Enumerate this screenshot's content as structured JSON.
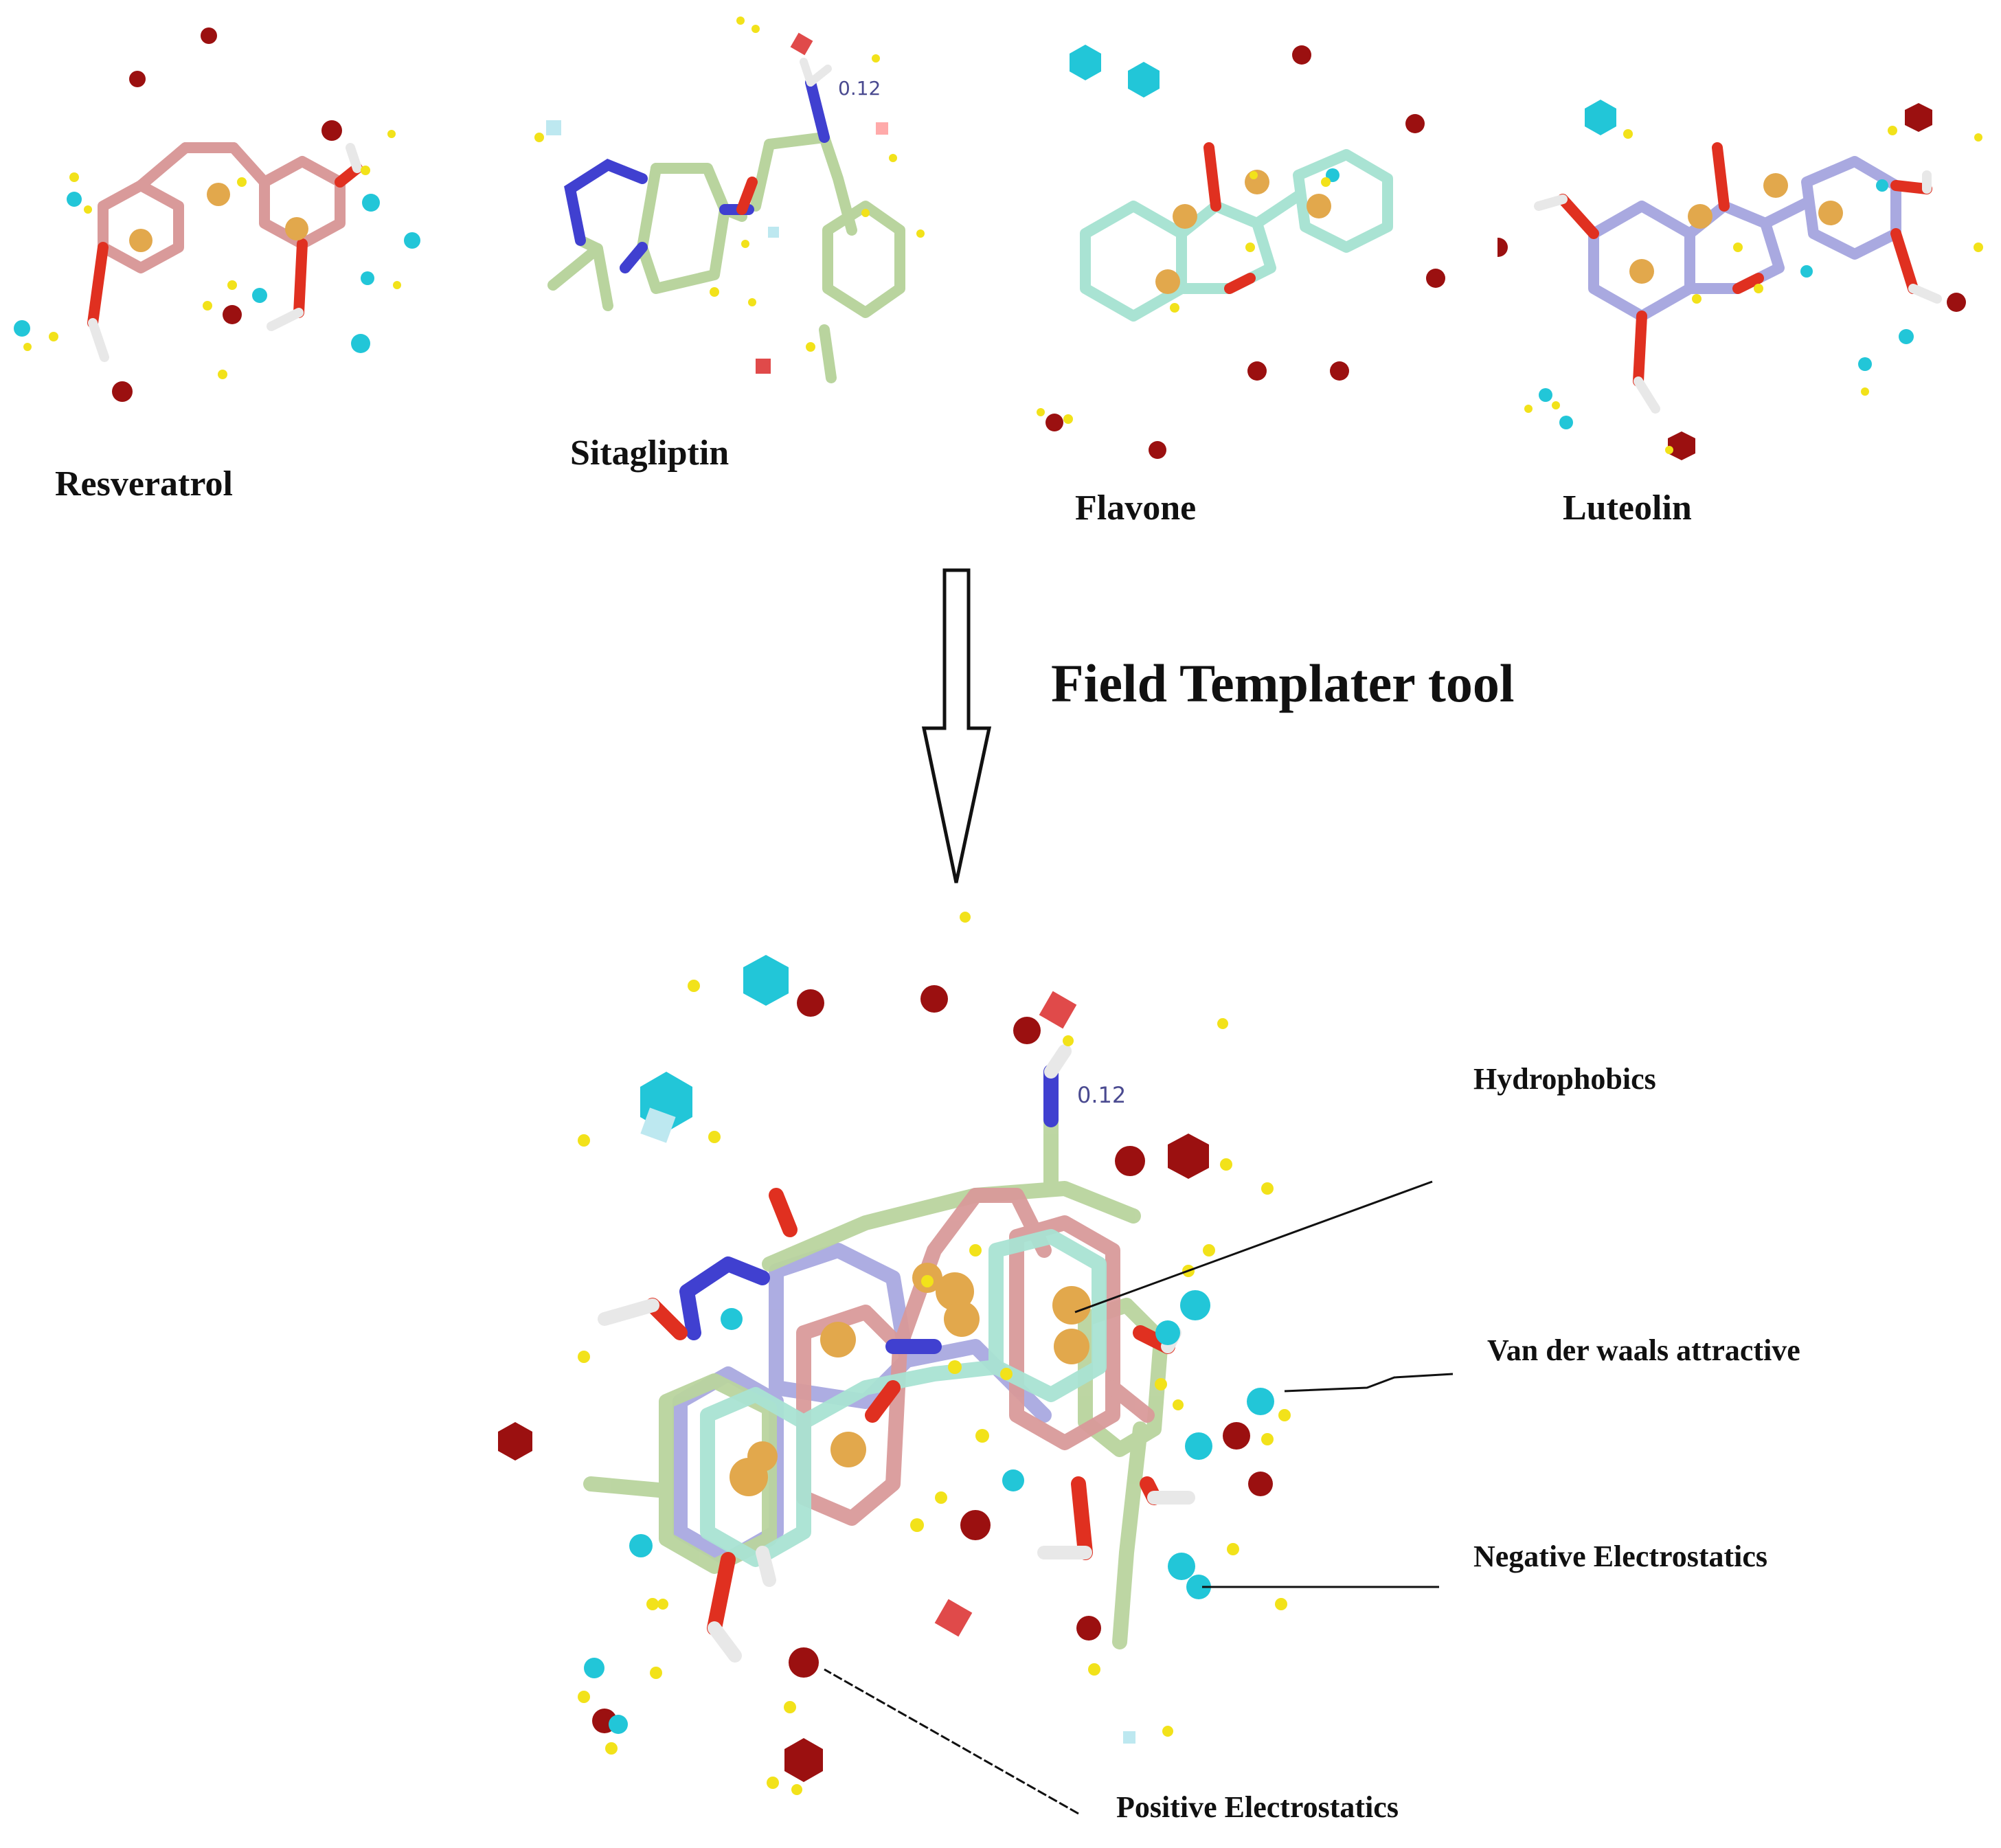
{
  "molecules": [
    {
      "name": "Resveratrol"
    },
    {
      "name": "Sitagliptin"
    },
    {
      "name": "Flavone"
    },
    {
      "name": "Luteolin"
    }
  ],
  "process": {
    "tool_label": "Field Templater tool"
  },
  "charge_label": "0.12",
  "legend": {
    "hydrophobics": "Hydrophobics",
    "vdw": "Van der waals attractive",
    "negative": "Negative Electrostatics",
    "positive": "Positive Electrostatics"
  },
  "colors": {
    "resveratrol": "#d99a9a",
    "sitagliptin": "#b9d49e",
    "flavone": "#a9e3d3",
    "luteolin": "#a9a9e0",
    "nitrogen": "#4040d0",
    "oxygen": "#e03020",
    "hydrogen": "#e8e8e8",
    "hydrophobic": "#e2a84c",
    "vdw": "#f2e21a",
    "negative": "#22c6d8",
    "positive": "#9b1010"
  }
}
